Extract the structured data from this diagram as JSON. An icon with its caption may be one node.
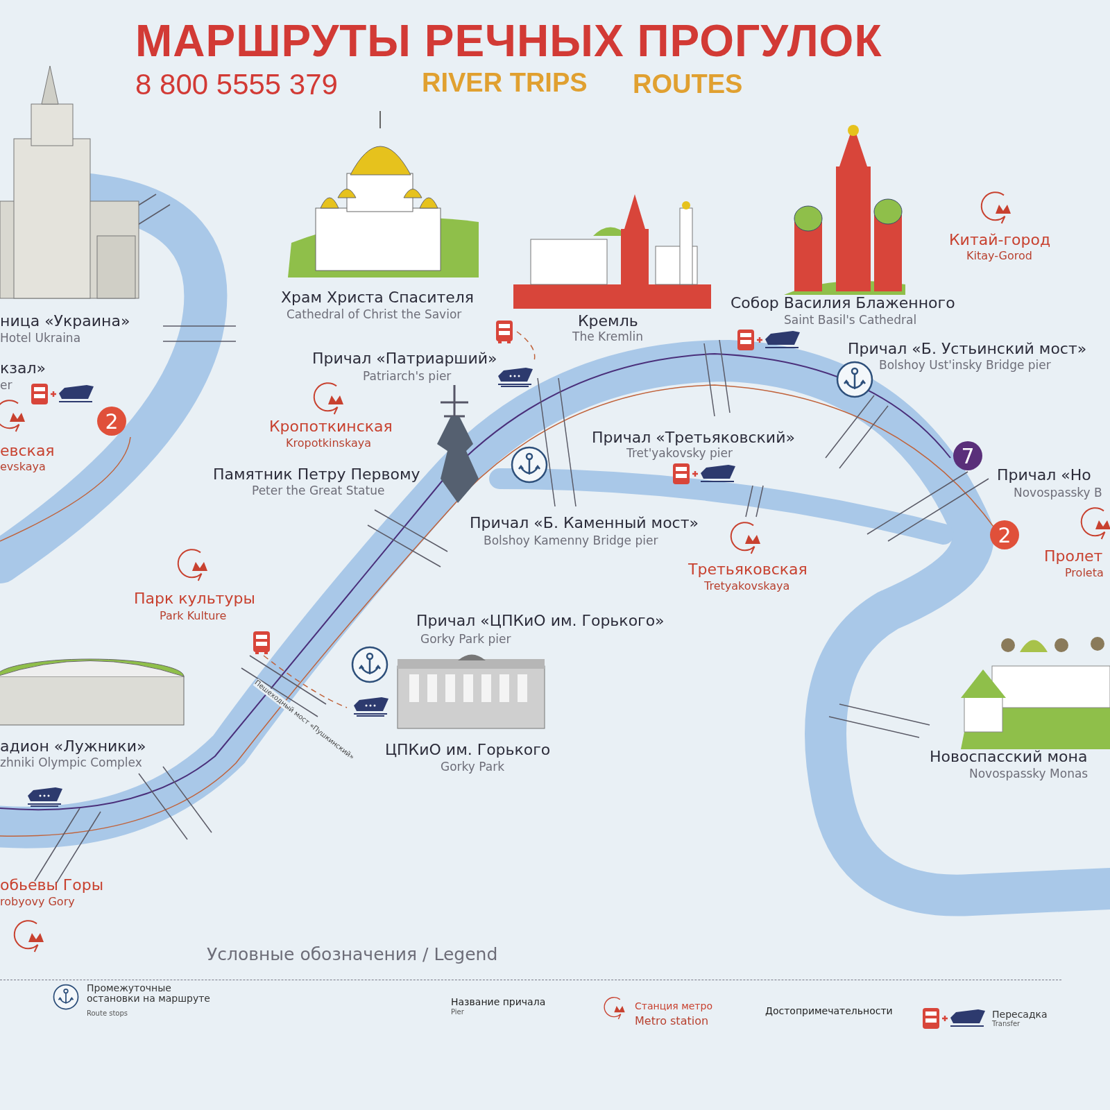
{
  "diagram": {
    "title": "МАРШРУТЫ РЕЧНЫХ ПРОГУЛОК",
    "labels": [
      "8 800 5555 379",
      "RIVER TRIPS",
      "ROUTES",
      "ница «Украина»",
      "Hotel Ukraina",
      "кзал»",
      "er",
      "2",
      "евская",
      "evskaya",
      "Храм Христа Спасителя",
      "Cathedral of Christ the Savior",
      "Кремль",
      "The Kremlin",
      "Собор Василия Блаженного",
      "Saint Basil's Cathedral",
      "Китай-город",
      "Kitay-Gorod",
      "Причал «Патриарший»",
      "Patriarch's pier",
      "Причал «Б. Устьинский мост»",
      "Bolshoy Ust'insky Bridge pier",
      "Кропоткинская",
      "Kropotkinskaya",
      "Причал «Третьяковский»",
      "Tret'yakovsky pier",
      "7",
      "Причал «Но",
      "Novospassky B",
      "Памятник Петру Первому",
      "Peter the Great Statue",
      "Причал «Б. Каменный мост»",
      "Bolshoy Kamenny Bridge pier",
      "2",
      "Пролет",
      "Proleta",
      "Третьяковская",
      "Tretyakovskaya",
      "Парк культуры",
      "Park Kulture",
      "Причал «ЦПКиО им. Горького»",
      "Gorky Park pier",
      "Пешеходный мост «Пушкинский»",
      "адион «Лужники»",
      "zhniki Olympic Complex",
      "ЦПКиО им. Горького",
      "Gorky Park",
      "Новоспасский мона",
      "Novospassky Monas",
      "обьевы Горы",
      "robyovy Gory",
      "Условные обозначения / Legend",
      "Route stops",
      "Pier",
      "Metro station",
      "Transfer"
    ],
    "legend": [
      {
        "text": "Промежуточные остановки на маршруте"
      },
      {
        "text": "Название причала"
      },
      {
        "text": "Станция метро"
      },
      {
        "text": "Достопримечательности"
      },
      {
        "text": "Пересадка"
      }
    ]
  }
}
